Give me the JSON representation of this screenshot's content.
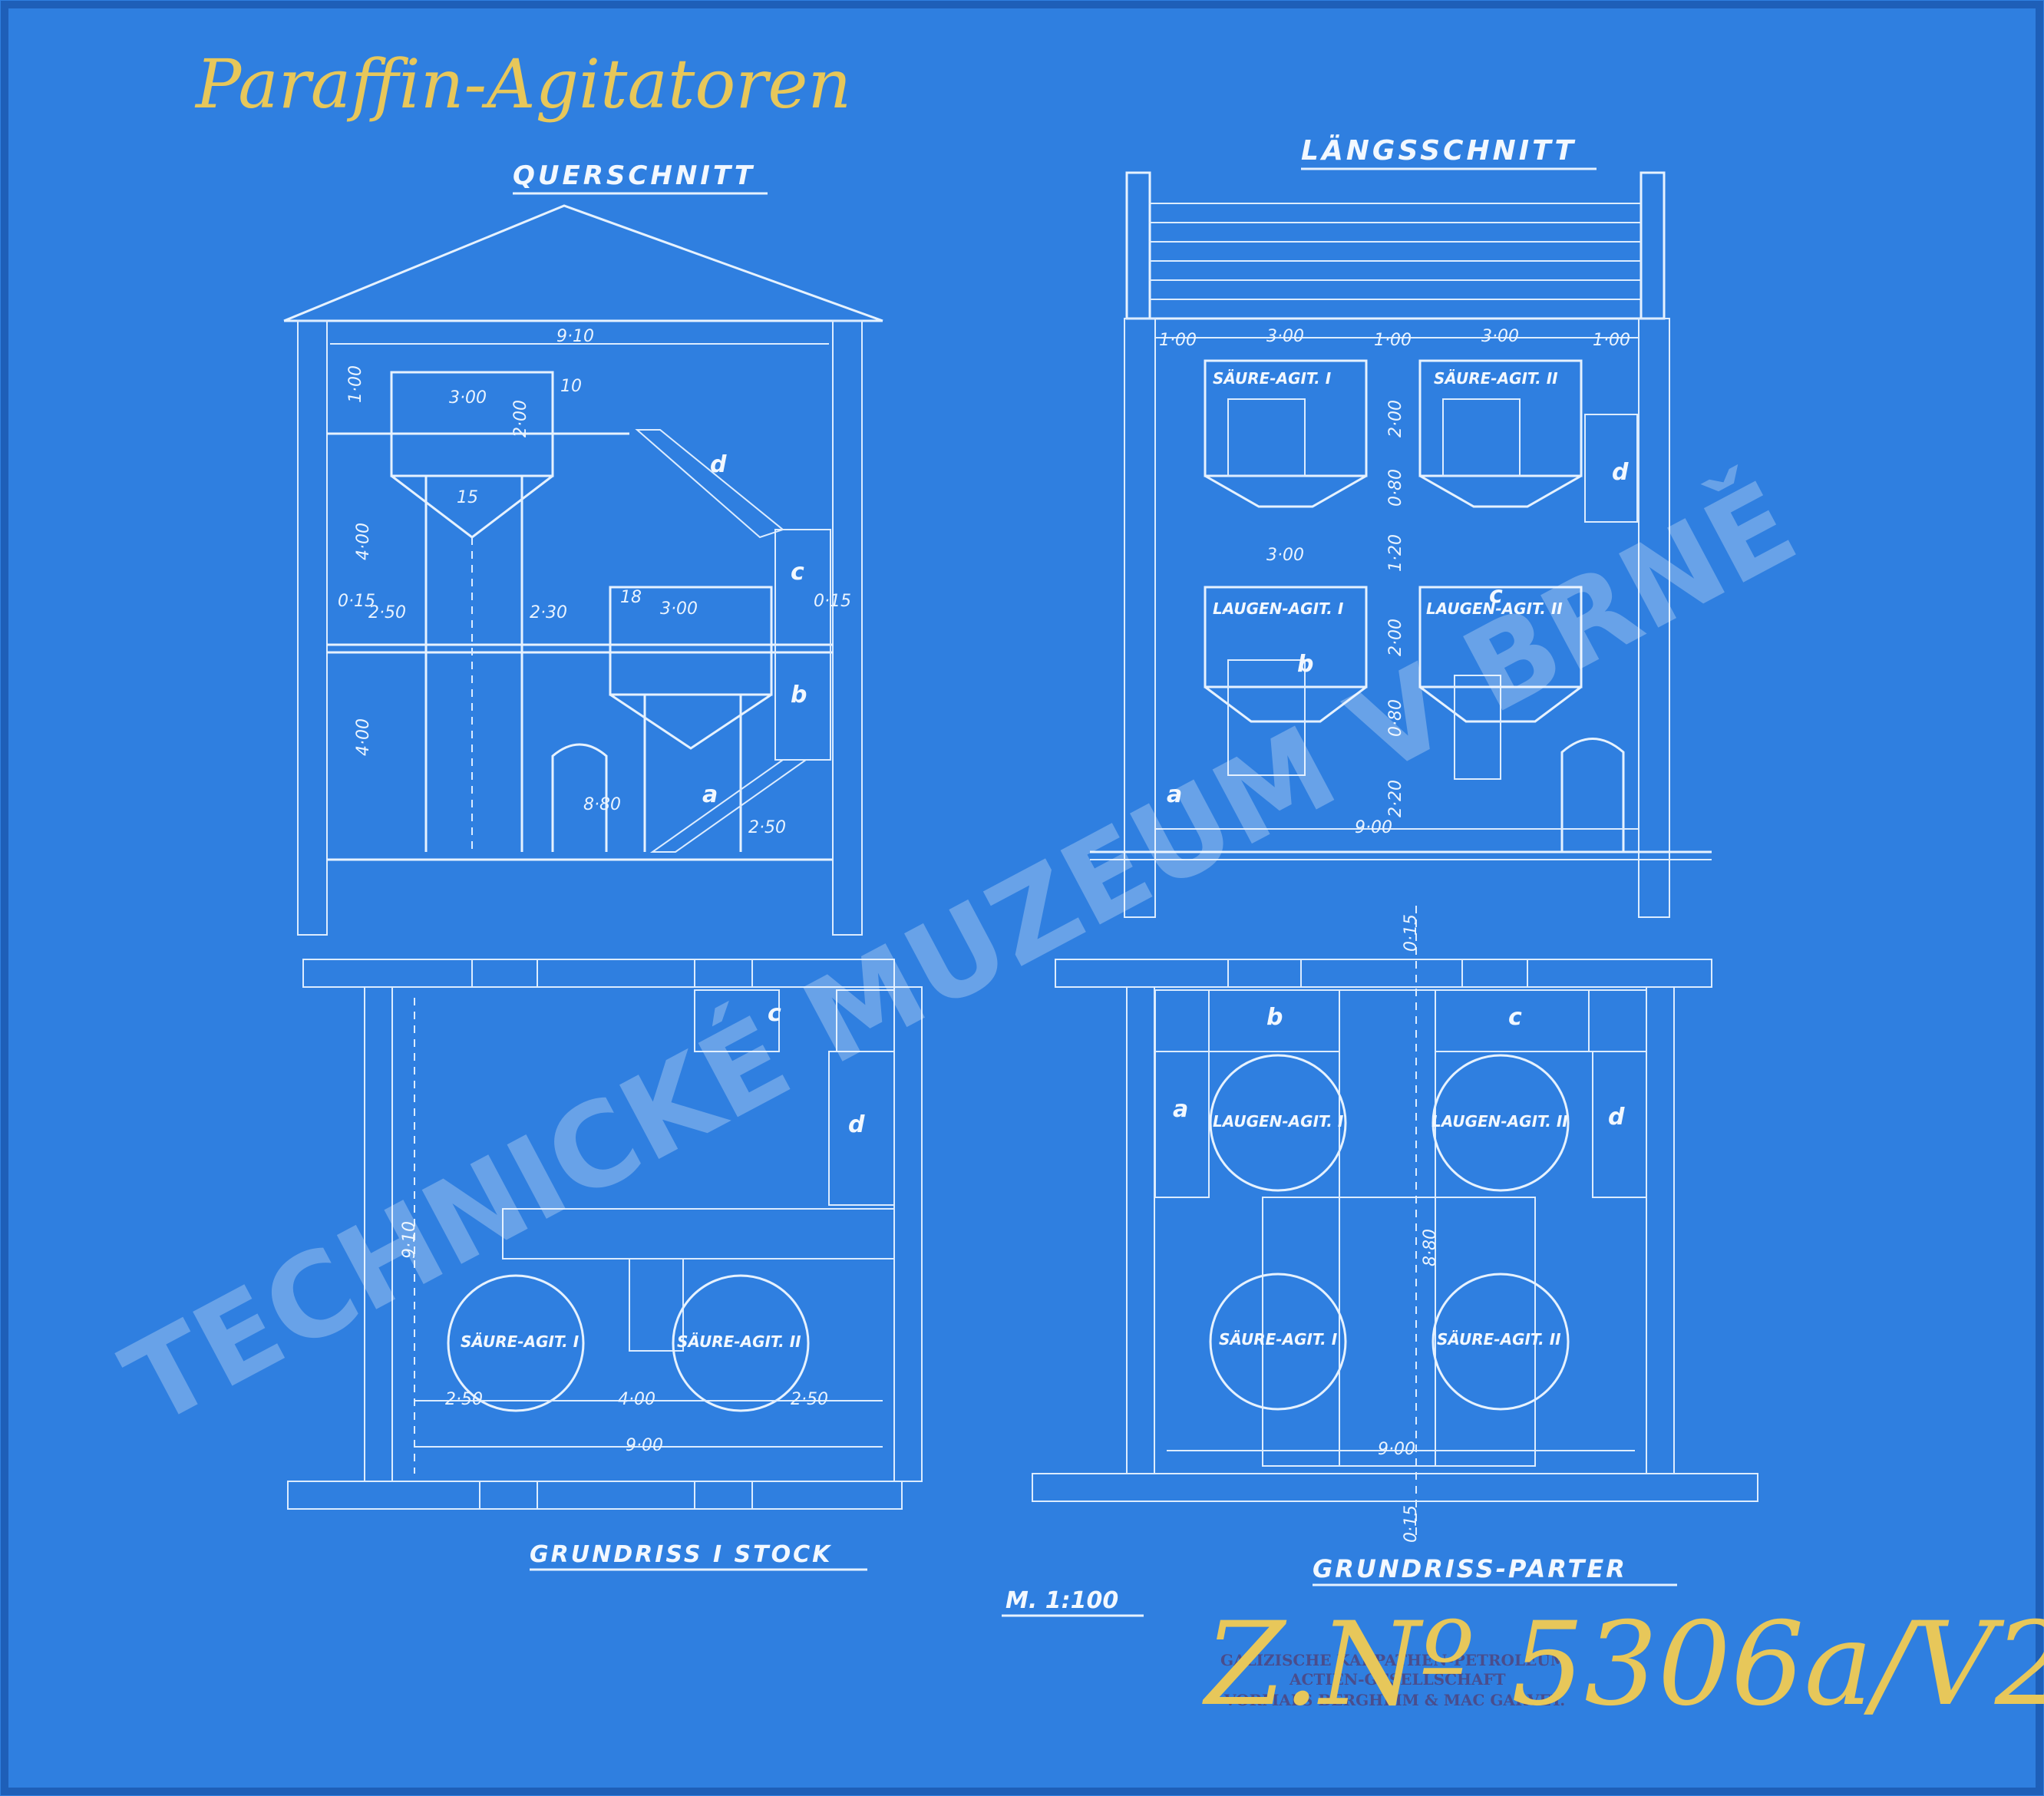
{
  "handwritten_title": "Paraffin-Agitatoren",
  "titles": {
    "cross_section": "QUERSCHNITT",
    "longitudinal_section": "LÄNGSSCHNITT",
    "plan_first_floor": "GRUNDRISS I STOCK",
    "plan_ground_floor": "GRUNDRISS-PARTER"
  },
  "scale": "M. 1:100",
  "tanks": {
    "acid_1": "SÄURE-AGIT. I",
    "acid_2": "SÄURE-AGIT. II",
    "lye_1": "LAUGEN-AGIT. I",
    "lye_2": "LAUGEN-AGIT. II"
  },
  "dimensions": {
    "width_910": "9·10",
    "tank_300": "3·00",
    "d_100": "1·00",
    "d_200": "2·00",
    "d_400": "4·00",
    "d_250": "2·50",
    "d_230": "2·30",
    "d_880": "8·80",
    "d_900": "9·00",
    "d_015": "0·15",
    "d_080": "0·80",
    "d_120": "1·20",
    "d_220": "2·20",
    "n_10": "10",
    "n_15": "15",
    "n_18": "18"
  },
  "letters": {
    "a": "a",
    "b": "b",
    "c": "c",
    "d": "d"
  },
  "drawing_number": "Z.Nº 5306a/V2",
  "stamp_lines": [
    "GALIZISCHE KARPATHEN-PETROLEUM",
    "ACTIEN-GESELLSCHAFT",
    "VORMALS BERGHEIM & MAC GARVEY."
  ],
  "watermark": "TECHNICKÉ MUZEUM V BRNĚ",
  "colors": {
    "paper": "#2f7fe0",
    "line": "#e6f2ff",
    "handwriting": "#e7c75a",
    "stamp": "#4a4d8c"
  }
}
